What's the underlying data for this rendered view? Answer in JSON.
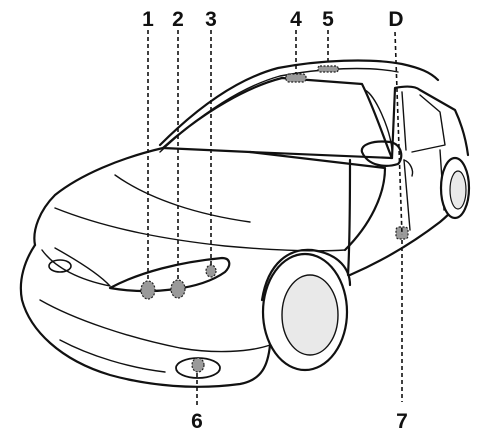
{
  "callouts": {
    "c1": "1",
    "c2": "2",
    "c3": "3",
    "c4": "4",
    "c5": "5",
    "cD": "D",
    "c6": "6",
    "c7": "7"
  },
  "colors": {
    "line": "#111111",
    "marker_fill": "#9a9a9a",
    "background": "#ffffff"
  },
  "icons": {
    "subject": "hatchback-car-illustration",
    "location_marker": "dashed-ellipse-marker"
  }
}
